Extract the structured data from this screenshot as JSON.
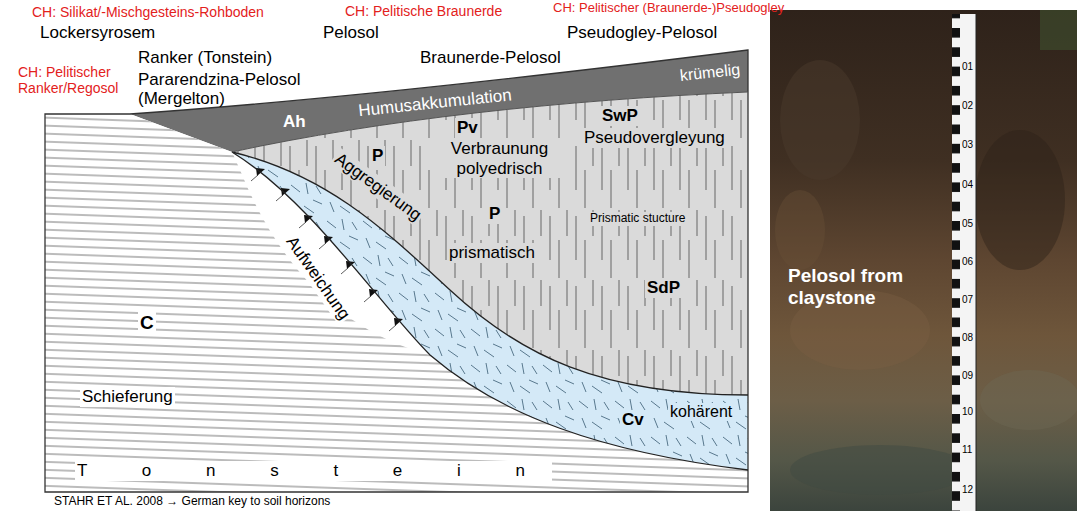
{
  "diagram": {
    "nodes": [
      {
        "text": [
          "Ah",
          "Humusakkumulation",
          "krümelig"
        ]
      },
      {
        "text": [
          "P",
          "Pv",
          "Verbraunung polyedrisch",
          "SwP",
          "Pseudovergleyung",
          "Aggregierung",
          "P",
          "prismatisch",
          "Prismatic stucture",
          "SdP"
        ]
      },
      {
        "text": [
          "Cv",
          "kohärent"
        ]
      },
      {
        "text": [
          "C",
          "Aufweichung",
          "Schieferung",
          "T o n s t e i n"
        ]
      }
    ],
    "labels": [
      "CH: Silikat/-Mischgesteins-Rohboden",
      "CH: Pelitische Braunerde",
      "CH: Pelitischer (Braunerde-)Pseudogley",
      "Lockersyrosem",
      "Pelosol",
      "Pseudogley-Pelosol",
      "Ranker (Tonstein)",
      "Braunerde-Pelosol",
      "CH: Pelitischer Ranker/Regosol",
      "Pararendzina-Pelosol",
      "(Mergelton)",
      "STAHR ET AL. 2008 → German key to soil horizons",
      "Pelosol from claystone",
      "01",
      "02",
      "03",
      "04",
      "05",
      "06",
      "07",
      "08",
      "09",
      "10",
      "11",
      "12"
    ]
  }
}
